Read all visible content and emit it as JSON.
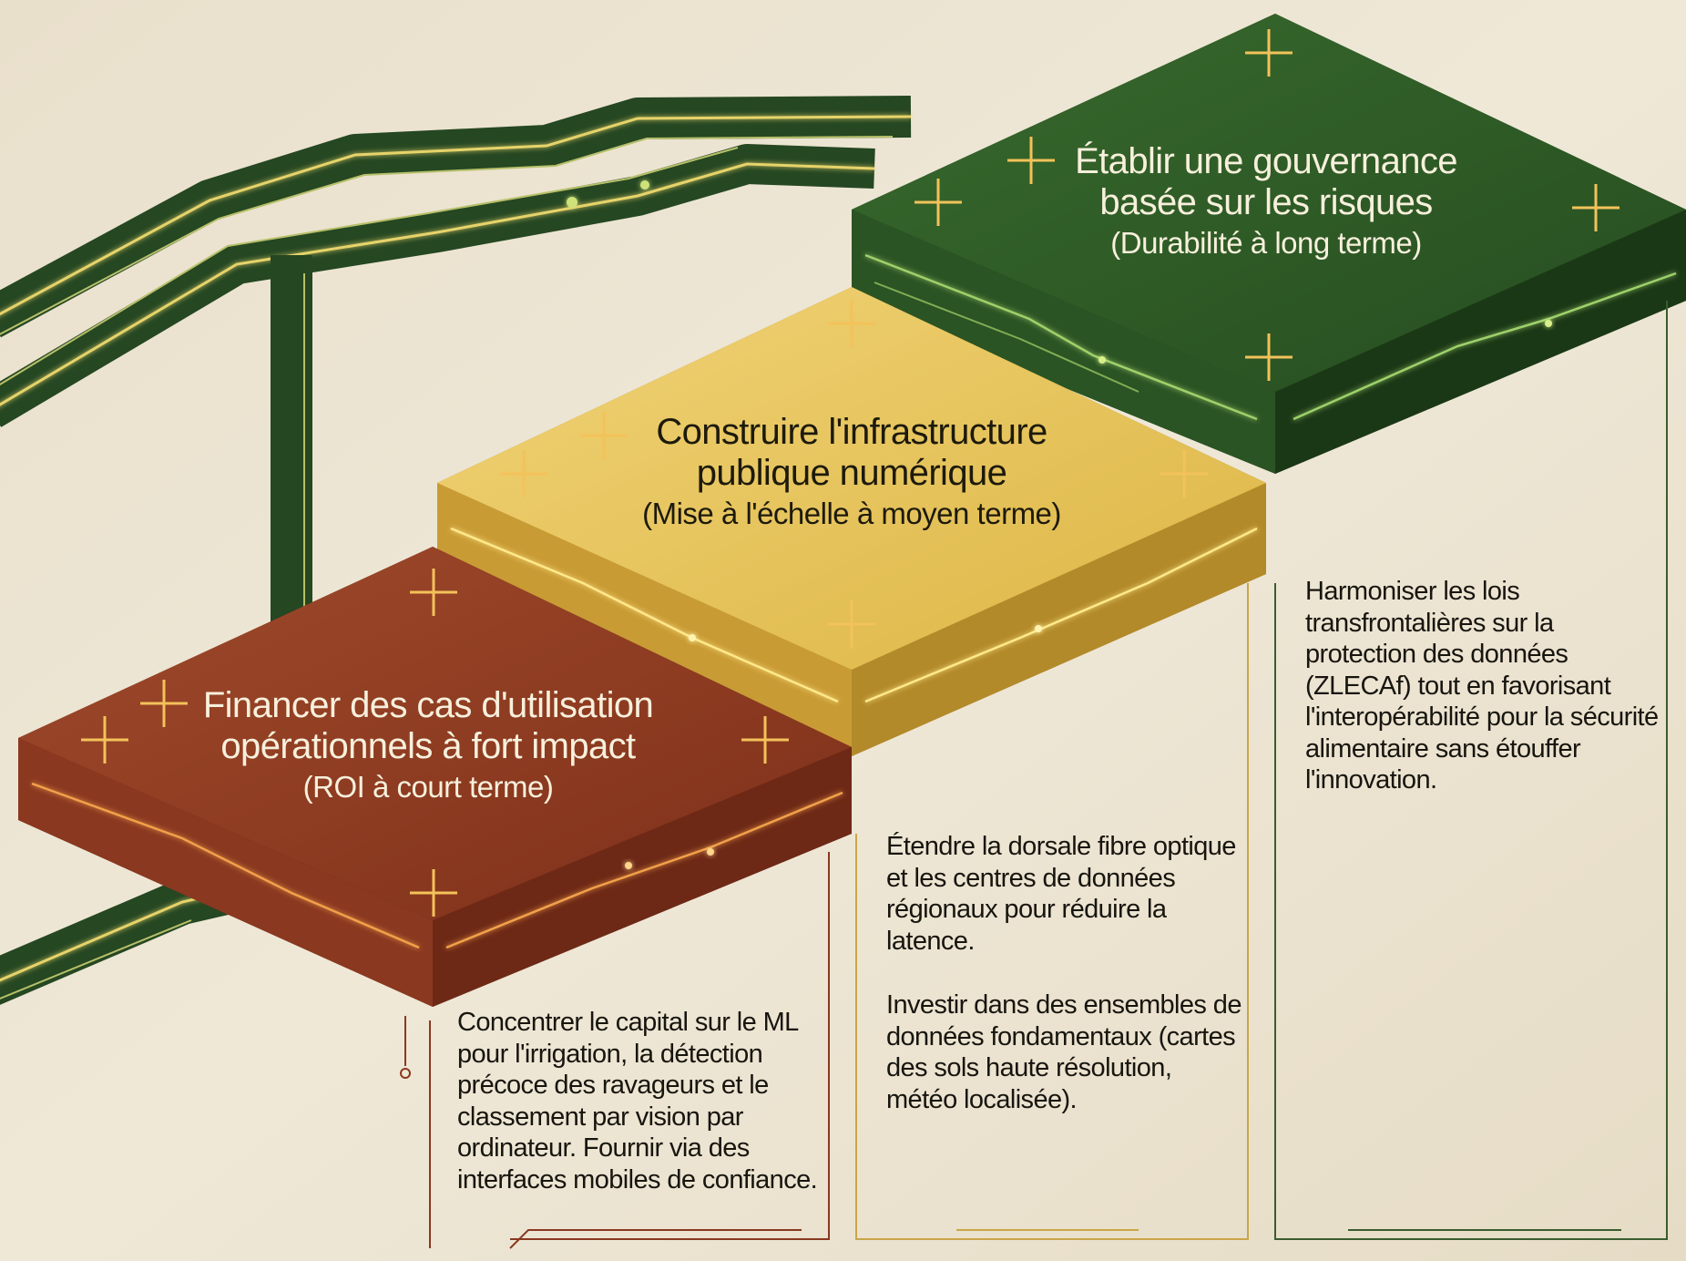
{
  "steps": [
    {
      "title_line1": "Financer des cas d'utilisation",
      "title_line2": "opérationnels à fort impact",
      "subtitle": "(ROI à court terme)",
      "color": "#8f3b24",
      "description": "Concentrer le capital sur le ML pour l'irrigation, la détection précoce des ravageurs et le classement par vision par ordinateur. Fournir via des interfaces mobiles de confiance."
    },
    {
      "title_line1": "Construire l'infrastructure",
      "title_line2": "publique numérique",
      "subtitle": "(Mise à l'échelle à moyen terme)",
      "color": "#e8c45a",
      "description_1": "Étendre la dorsale fibre optique et les centres de données régionaux pour réduire la latence.",
      "description_2": "Investir dans des ensembles de données fondamentaux (cartes des sols haute résolution, météo localisée)."
    },
    {
      "title_line1": "Établir une gouvernance",
      "title_line2": "basée sur les risques",
      "subtitle": "(Durabilité à long terme)",
      "color": "#2f5a27",
      "description": "Harmoniser les lois transfrontalières sur la protection des données (ZLECAf) tout en favorisant l'interopérabilité pour la sécurité alimentaire sans étouffer l'innovation."
    }
  ],
  "colors": {
    "background": "#ece4d2",
    "trace_dark": "#254722",
    "trace_glow": "#e6d36a",
    "sparkle": "#f3c25a"
  }
}
